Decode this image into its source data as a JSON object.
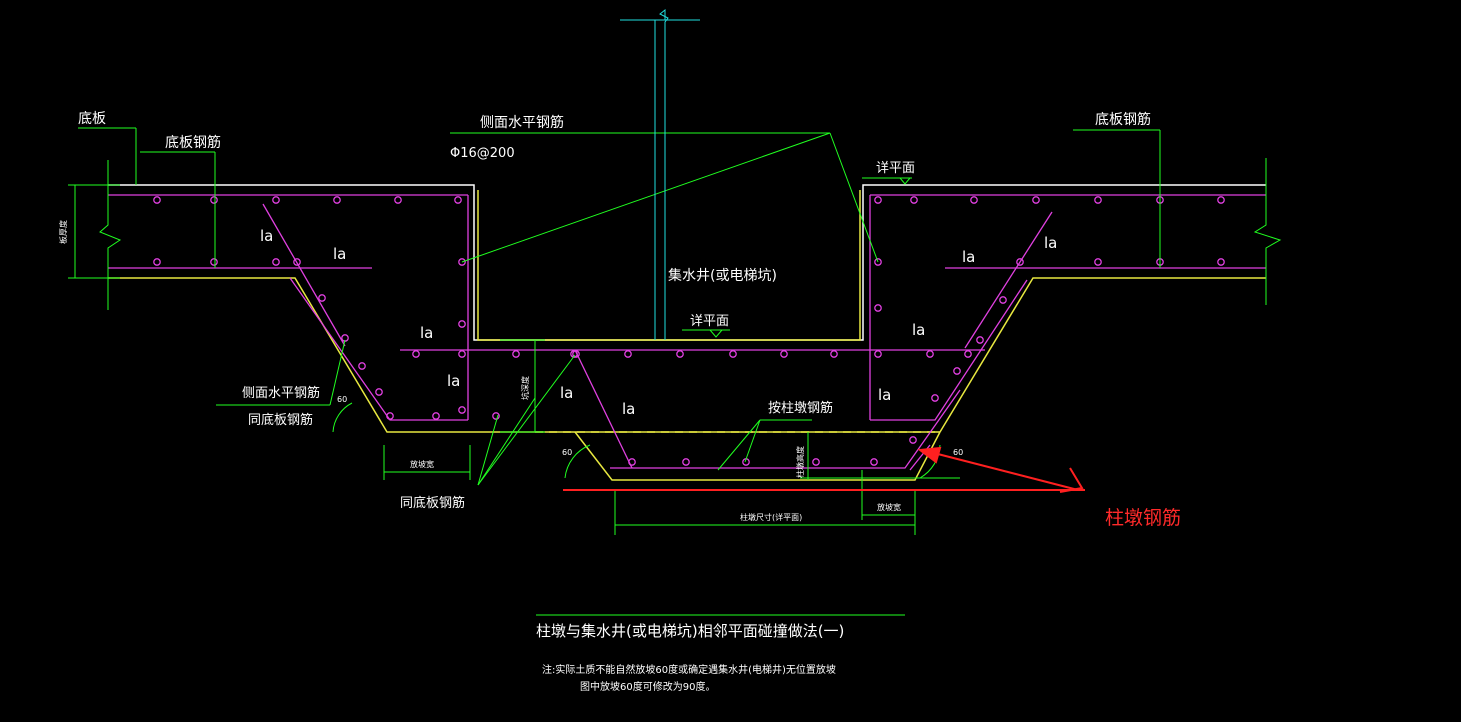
{
  "labels": {
    "slab_left": "底板",
    "slab_rebar_left": "底板钢筋",
    "side_rebar_top": "侧面水平钢筋",
    "side_rebar_spec": "Φ16@200",
    "slab_rebar_right": "底板钢筋",
    "detail_plan_top": "详平面",
    "pit_name": "集水井(或电梯坑)",
    "detail_plan_mid": "详平面",
    "pier_rebar": "按柱墩钢筋",
    "side_rebar_left": "侧面水平钢筋",
    "same_slab_rebar_left": "同底板钢筋",
    "same_slab_rebar_bottom": "同底板钢筋",
    "column_pier_rebar": "柱墩钢筋",
    "slab_thickness_left": "板厚度",
    "pit_depth": "坑深度",
    "pier_height": "柱墩高度",
    "slope_width_left": "放坡宽",
    "pier_plan_size": "柱墩尺寸(详平面)",
    "slope_width_right": "放坡宽",
    "title": "柱墩与集水井(或电梯坑)相邻平面碰撞做法(一)",
    "note_line1": "注:实际土质不能自然放坡60度或确定遇集水井(电梯井)无位置放坡",
    "note_line2": "图中放坡60度可修改为90度。",
    "angle": "60",
    "la": "la"
  },
  "colors": {
    "concrete": "#ffffff",
    "rebar": "#e040e0",
    "dimension": "#20ff20",
    "section": "#ffff40",
    "axis": "#20e0e0",
    "annotation": "#ff2020"
  }
}
